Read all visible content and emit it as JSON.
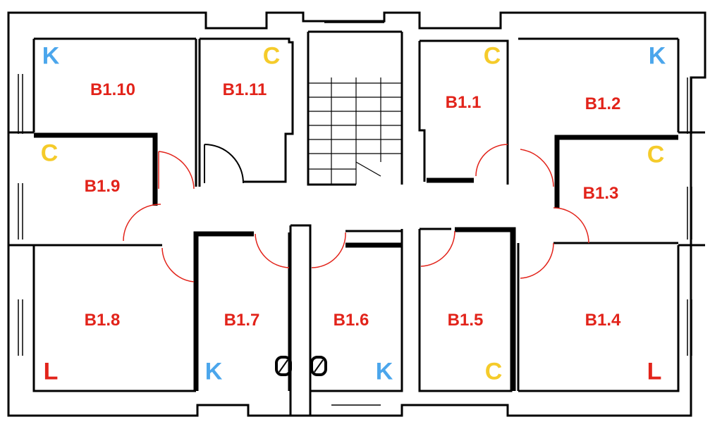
{
  "colors": {
    "room_label": "#e2231a",
    "K": "#4ba6ec",
    "C": "#f5cb2a",
    "L": "#e2231a",
    "wall": "#000000",
    "door": "#e2231a"
  },
  "rooms": [
    {
      "id": "B1.10",
      "tag": "K"
    },
    {
      "id": "B1.11",
      "tag": "C"
    },
    {
      "id": "B1.1",
      "tag": "C"
    },
    {
      "id": "B1.2",
      "tag": "K"
    },
    {
      "id": "B1.9",
      "tag": "C"
    },
    {
      "id": "B1.3",
      "tag": "C"
    },
    {
      "id": "B1.8",
      "tag": "L"
    },
    {
      "id": "B1.7",
      "tag": "K"
    },
    {
      "id": "B1.6",
      "tag": "K"
    },
    {
      "id": "B1.5",
      "tag": "C"
    },
    {
      "id": "B1.4",
      "tag": "L"
    }
  ]
}
